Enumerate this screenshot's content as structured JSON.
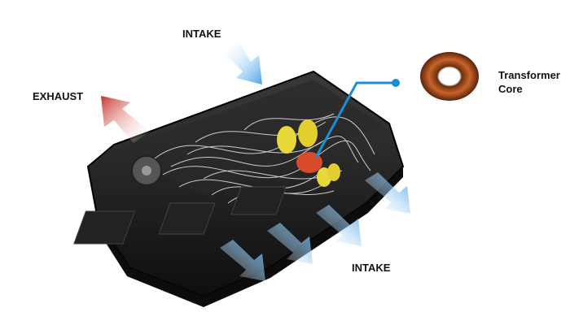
{
  "labels": {
    "intake_top": "INTAKE",
    "exhaust": "EXHAUST",
    "intake_bottom": "INTAKE",
    "transformer_line1": "Transformer",
    "transformer_line2": "Core"
  },
  "colors": {
    "intake_arrow": "#6fb3e8",
    "exhaust_arrow": "#c8322a",
    "callout": "#1a8fd6",
    "enclosure": "#1b1b1b",
    "toroid": "#b5541b",
    "capacitor": "#e8d83a"
  }
}
